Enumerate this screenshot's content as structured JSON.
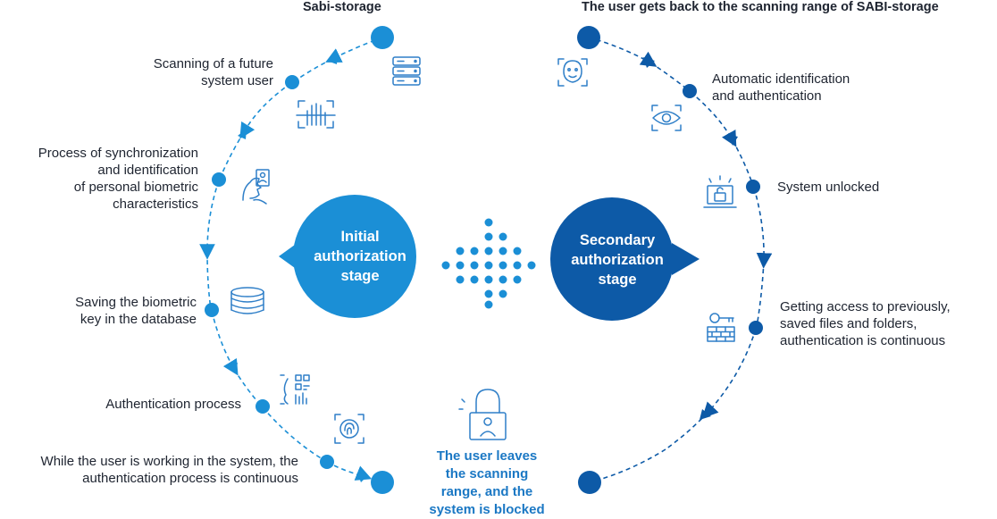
{
  "headers": {
    "left": "Sabi-storage",
    "right": "The user gets back to the scanning range of SABI-storage"
  },
  "stages": {
    "initial": "Initial\nauthorization\nstage",
    "secondary": "Secondary\nauthorization\nstage"
  },
  "left_steps": [
    "Scanning of a future\nsystem user",
    "Process of synchronization\nand identification\nof personal biometric\ncharacteristics",
    "Saving the biometric\nkey in the database",
    "Authentication process",
    "While the user is working in the system, the\nauthentication process is continuous"
  ],
  "right_steps": [
    "Automatic identification\nand authentication",
    "System unlocked",
    "Getting access to previously,\nsaved files and folders,\nauthentication is continuous"
  ],
  "bottom_note": "The user leaves\nthe scanning\nrange, and the\nsystem is blocked",
  "colors": {
    "light_blue": "#1b8fd6",
    "dark_blue": "#0d5aa7",
    "icon_blue": "#2f7fc8",
    "text": "#1e2430"
  },
  "icons": [
    "database-server-icon",
    "palm-scan-icon",
    "face-profile-id-icon",
    "database-stack-icon",
    "qr-face-scan-icon",
    "fingerprint-scan-icon",
    "face-id-icon",
    "eye-scan-icon",
    "unlocked-laptop-icon",
    "key-firewall-icon",
    "padlock-user-icon"
  ]
}
